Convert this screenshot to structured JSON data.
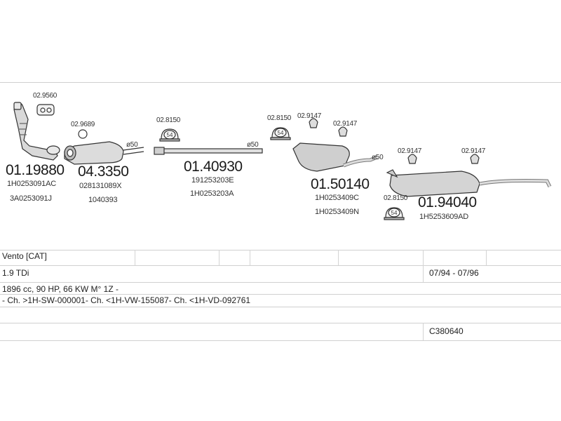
{
  "parts": {
    "p1": {
      "number": "01.19880",
      "refs": [
        "1H0253091AC",
        "3A0253091J"
      ]
    },
    "p2": {
      "number": "04.3350",
      "refs": [
        "028131089X",
        "1040393"
      ]
    },
    "p3": {
      "number": "01.40930",
      "refs": [
        "191253203E",
        "1H0253203A"
      ]
    },
    "p4": {
      "number": "01.50140",
      "refs": [
        "1H0253409C",
        "1H0253409N"
      ]
    },
    "p5": {
      "number": "01.94040",
      "refs": [
        "1H5253609AD"
      ]
    }
  },
  "accessories": {
    "a1": "02.9560",
    "a2": "02.9689",
    "a3": "02.8150",
    "a4": "02.8150",
    "a5": "02.9147",
    "a6": "02.9147",
    "a7": "02.9147",
    "a8": "02.9147",
    "a9": "02.8150"
  },
  "diameters": {
    "d1": "ø50",
    "d2": "ø50",
    "d3": "ø50"
  },
  "clamp_size": "54",
  "info": {
    "model": "Vento  [CAT]",
    "engine": "1.9 TDi",
    "years": "07/94 - 07/96",
    "specs": "1896 cc, 90 HP, 66 KW M° 1Z -",
    "chassis": "- Ch. >1H-SW-000001- Ch. <1H-VW-155087- Ch. <1H-VD-092761",
    "code": "C380640"
  }
}
